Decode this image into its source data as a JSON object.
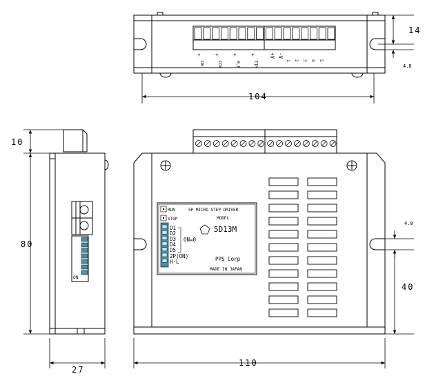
{
  "dimensions": {
    "top_height": "14",
    "top_slot": "4.8",
    "top_width": "104",
    "side_top": "10",
    "side_height": "80",
    "side_width": "27",
    "front_width": "110",
    "front_slot": "4.8",
    "front_slot_height": "40"
  },
  "top_terminals": [
    "+",
    "+",
    "+",
    "+",
    "+V",
    "-V",
    "1",
    "2",
    "3",
    "4",
    "5"
  ],
  "top_terminal_names": [
    "CW",
    "CCW",
    "M.F",
    "TIM"
  ],
  "side_switch_on": "ON",
  "label": {
    "run": "RUN",
    "stop": "STOP",
    "title": "5P MICRO STEP DRIVER",
    "model_caption": "MODEL",
    "model": "5D13M",
    "switches": [
      "D1",
      "D2",
      "D3",
      "D4",
      "D5",
      "2P(ON)",
      "H·L"
    ],
    "on_note": "ON=0",
    "maker": "PPS Corp",
    "origin": "MADE IN JAPAN"
  },
  "icons": {
    "mount_hole": "crosshair-circle-icon",
    "screw": "slotted-screw-icon",
    "indicator": "pentagon-icon"
  }
}
